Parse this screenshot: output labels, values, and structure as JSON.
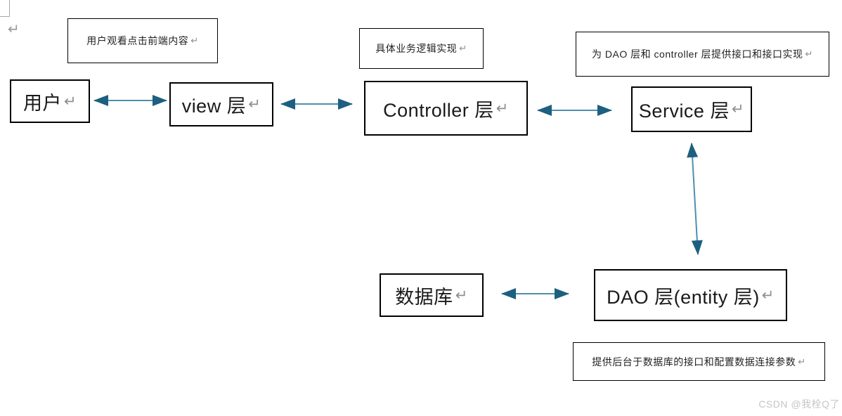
{
  "diagram": {
    "paragraph_mark": "↵",
    "nodes": [
      {
        "id": "user",
        "label": "用户"
      },
      {
        "id": "view",
        "label": "view 层"
      },
      {
        "id": "controller",
        "label": "Controller 层"
      },
      {
        "id": "service",
        "label": "Service 层"
      },
      {
        "id": "database",
        "label": "数据库"
      },
      {
        "id": "dao",
        "label": "DAO 层(entity 层)"
      }
    ],
    "notes": [
      {
        "id": "note-user",
        "label": "用户观看点击前端内容",
        "describes": "user"
      },
      {
        "id": "note-controller",
        "label": "具体业务逻辑实现",
        "describes": "controller"
      },
      {
        "id": "note-service",
        "label": "为 DAO 层和 controller 层提供接口和接口实现",
        "describes": "service"
      },
      {
        "id": "note-dao",
        "label": "提供后台于数据库的接口和配置数据连接参数",
        "describes": "dao"
      }
    ],
    "connections": [
      {
        "from": "用户",
        "to": "view 层",
        "type": "bidirectional"
      },
      {
        "from": "view 层",
        "to": "Controller 层",
        "type": "bidirectional"
      },
      {
        "from": "Controller 层",
        "to": "Service 层",
        "type": "bidirectional"
      },
      {
        "from": "Service 层",
        "to": "DAO 层(entity 层)",
        "type": "bidirectional"
      },
      {
        "from": "数据库",
        "to": "DAO 层(entity 层)",
        "type": "bidirectional"
      }
    ],
    "colors": {
      "arrow_head": "#1d5f80",
      "arrow_shaft": "#4f8fae",
      "box_border": "#000000",
      "paragraph_mark_color": "#8f8f8f",
      "corner_mark_color": "#a9a9a9"
    }
  },
  "watermark": {
    "text": "CSDN @我栓Q了",
    "color": "#c6c6c6"
  }
}
